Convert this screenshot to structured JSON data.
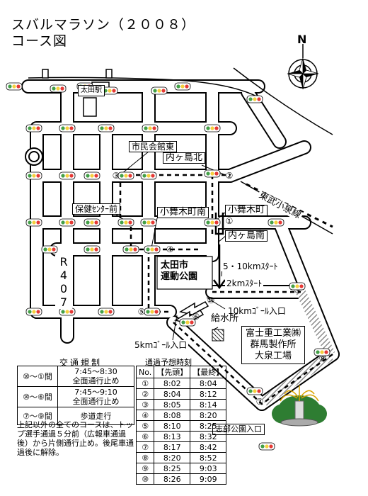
{
  "title": {
    "line1": "スバルマラソン（２００８）",
    "line2": "コース図"
  },
  "compass": {
    "north_label": "N"
  },
  "labels": {
    "station": "太田駅",
    "shimin_kaikan_higashi": "市民会館東",
    "uchigashima_kita": "内ヶ島北",
    "hoken_center_mae": "保健ｾﾝﾀｰ前",
    "komaiki_minami": "小舞木町南",
    "komaiki": "小舞木町",
    "uchigashima_minami": "内ヶ島南",
    "tobu_line": "東武小泉線",
    "route": "R407",
    "park_line1": "太田市",
    "park_line2": "運動公園",
    "start_5_10": "5・10kmｽﾀｰﾄ",
    "start_2": "2kmｽﾀｰﾄ",
    "goal_10": "10kmｺﾞｰﾙ入口",
    "goal_5": "5kmｺﾞｰﾙ入口",
    "water_station": "給水所",
    "factory_line1": "富士重工業㈱",
    "factory_line2": "群馬製作所",
    "factory_line3": "大泉工場",
    "shibu_park": "志部公園入口"
  },
  "checkpoints": [
    "①",
    "②",
    "③",
    "④",
    "⑤",
    "⑥",
    "⑦",
    "⑧",
    "⑨",
    "⑩"
  ],
  "traffic": {
    "title": "交通規制",
    "rows": [
      {
        "section": "⑩〜①間",
        "rule_line1": "7:45〜8:30",
        "rule_line2": "全面通行止め"
      },
      {
        "section": "⑩〜⑥間",
        "rule_line1": "7:45〜9:10",
        "rule_line2": "全面通行止め"
      },
      {
        "section": "⑦〜⑨間",
        "rule_line1": "歩道走行",
        "rule_line2": ""
      }
    ],
    "note": "上記以外の全てのコースは、トップ選手通過５分前（広報車通過後）から片側通行止め。後尾車通過後に解除。"
  },
  "schedule": {
    "title": "通過予想時刻",
    "headers": [
      "No.",
      "【先頭】",
      "【最終】"
    ],
    "rows": [
      [
        "①",
        "8:02",
        "8:04"
      ],
      [
        "②",
        "8:04",
        "8:12"
      ],
      [
        "③",
        "8:05",
        "8:14"
      ],
      [
        "④",
        "8:08",
        "8:20"
      ],
      [
        "⑤",
        "8:10",
        "8:25"
      ],
      [
        "⑥",
        "8:13",
        "8:32"
      ],
      [
        "⑦",
        "8:17",
        "8:42"
      ],
      [
        "⑧",
        "8:20",
        "8:52"
      ],
      [
        "⑨",
        "8:25",
        "9:03"
      ],
      [
        "⑩",
        "8:26",
        "9:09"
      ]
    ]
  },
  "colors": {
    "road_border": "#000000",
    "road_fill": "#ffffff",
    "signal_red": "#e53935",
    "signal_yellow": "#f4d03f",
    "signal_green": "#43a047",
    "hatch": "#777777",
    "fountain_green": "#2e7d32",
    "fountain_gold": "#d9a400"
  }
}
